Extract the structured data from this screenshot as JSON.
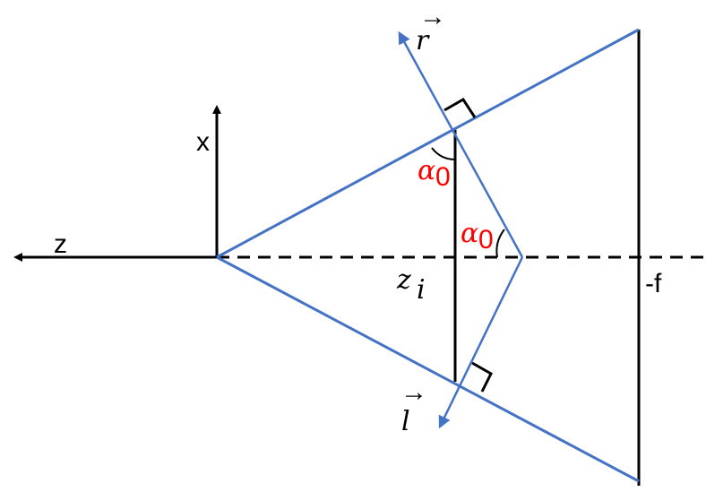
{
  "labels": {
    "x_axis": "x",
    "z_axis": "z",
    "focal": "-f",
    "zi_main": "z",
    "zi_sub": "i",
    "alpha_upper_main": "α",
    "alpha_upper_sub": "0",
    "alpha_lower_main": "α",
    "alpha_lower_sub": "0",
    "r_vector": "r",
    "l_vector": "l",
    "vector_arrow": "→"
  },
  "colors": {
    "ray": "#4472c4",
    "axis": "#000000",
    "angle_label": "#ff0000"
  }
}
